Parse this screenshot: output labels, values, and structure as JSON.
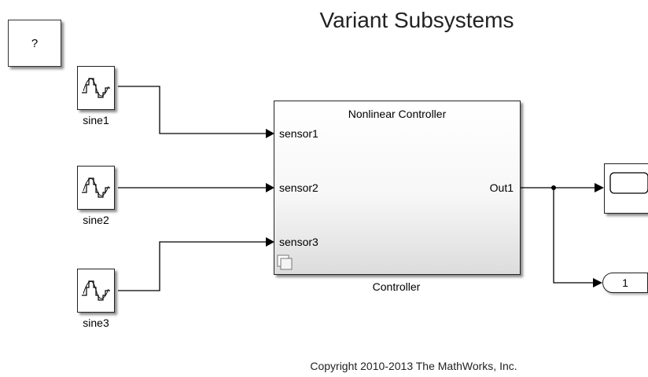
{
  "title": "Variant Subsystems",
  "help_block": {
    "label": "?"
  },
  "sources": [
    {
      "label": "sine1"
    },
    {
      "label": "sine2"
    },
    {
      "label": "sine3"
    }
  ],
  "subsystem": {
    "title": "Nonlinear Controller",
    "name": "Controller",
    "inputs": [
      "sensor1",
      "sensor2",
      "sensor3"
    ],
    "output": "Out1"
  },
  "outport": {
    "label": "1"
  },
  "copyright": "Copyright 2010-2013 The MathWorks, Inc."
}
